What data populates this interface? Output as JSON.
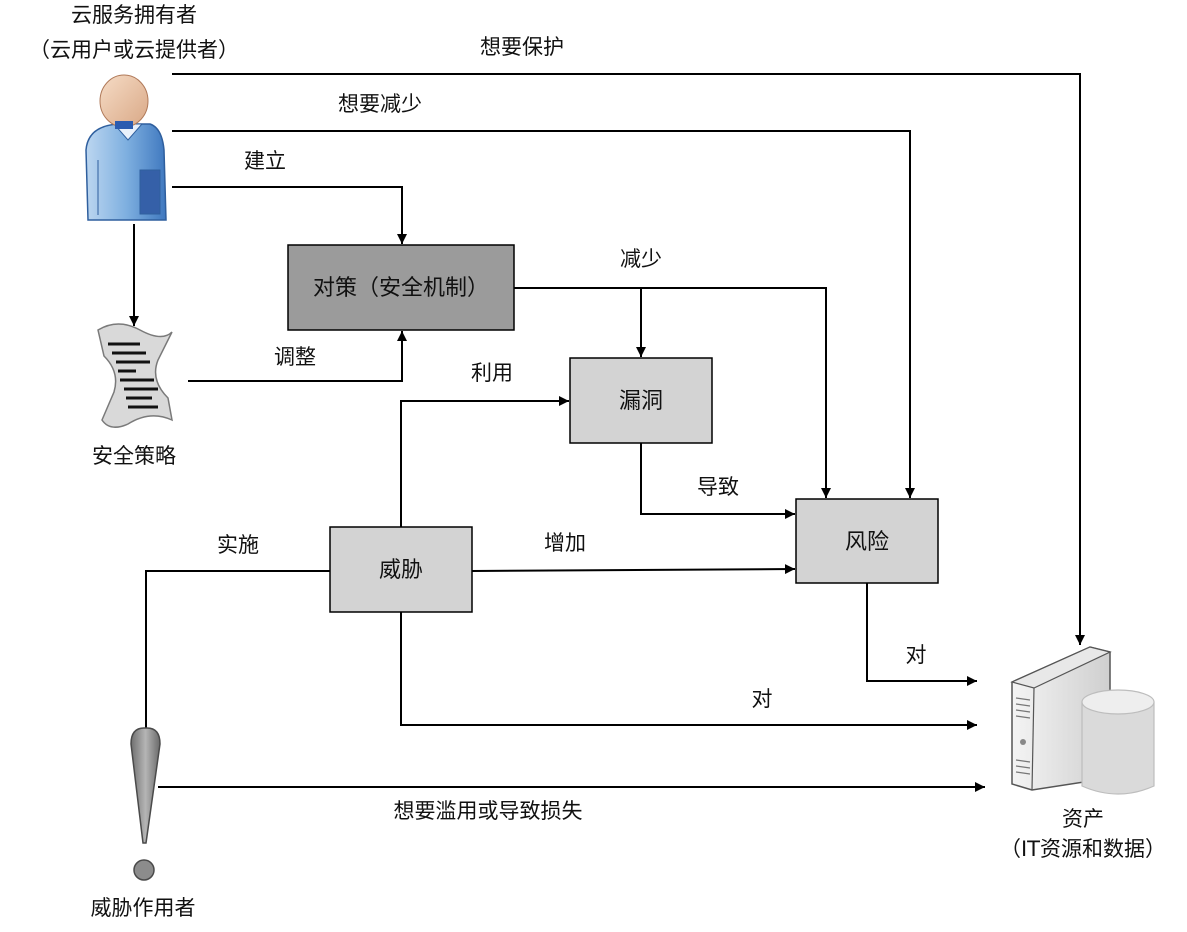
{
  "actors": {
    "owner_line1": "云服务拥有者",
    "owner_line2": "（云用户或云提供者）",
    "policy": "安全策略",
    "threat_agent": "威胁作用者",
    "asset_line1": "资产",
    "asset_line2": "（IT资源和数据）"
  },
  "boxes": {
    "countermeasure": "对策（安全机制）",
    "vulnerability": "漏洞",
    "threat": "威胁",
    "risk": "风险"
  },
  "edges": {
    "want_protect": "想要保护",
    "want_reduce": "想要减少",
    "establish": "建立",
    "adjust": "调整",
    "reduce": "减少",
    "exploit": "利用",
    "cause": "导致",
    "implement": "实施",
    "increase": "增加",
    "to_risk": "对",
    "to_threat": "对",
    "want_abuse": "想要滥用或导致损失"
  },
  "colors": {
    "countermeasure_fill": "#9b9b9b",
    "box_fill": "#d3d3d3",
    "person_body": "#6fa4d8",
    "threat_agent": "#8c8c8c"
  }
}
